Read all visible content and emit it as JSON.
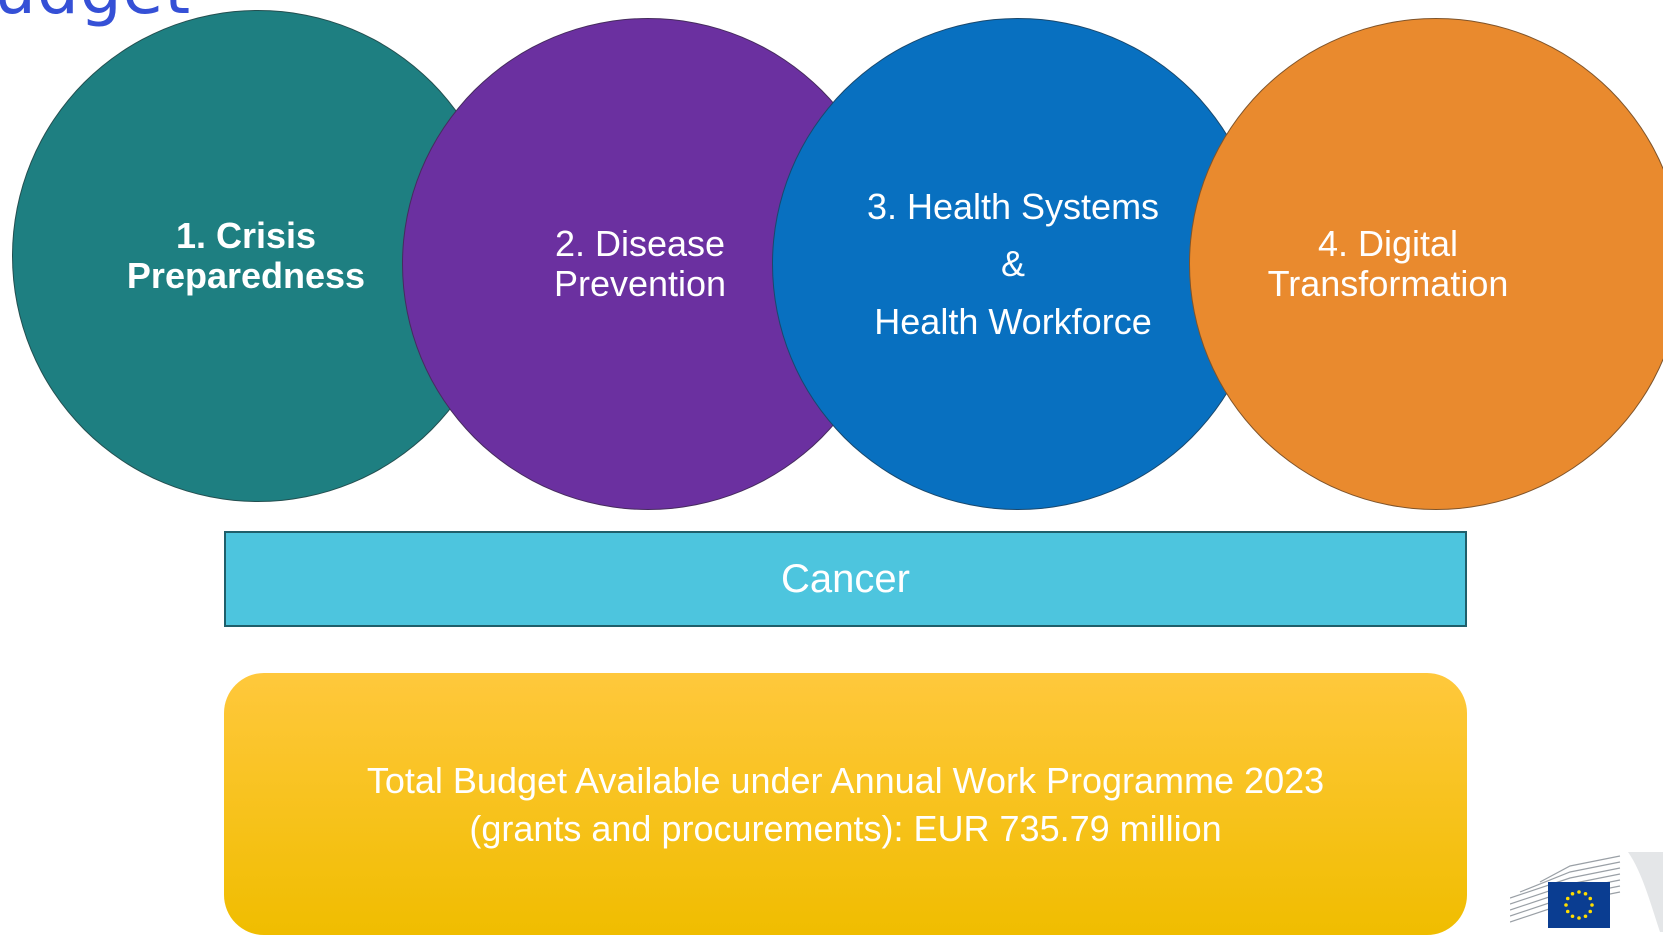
{
  "title_fragment": "udget",
  "circles": [
    {
      "label": "1. Crisis\nPreparedness",
      "color": "#1e7f81"
    },
    {
      "label": "2. Disease\nPrevention",
      "color": "#6b30a0"
    },
    {
      "label": "3. Health Systems\n&\nHealth Workforce",
      "color": "#0870c0"
    },
    {
      "label": "4. Digital\nTransformation",
      "color": "#e98a2e"
    }
  ],
  "cancer": {
    "label": "Cancer",
    "color": "#4dc5de"
  },
  "budget": {
    "text": "Total Budget Available under Annual Work Programme 2023\n(grants and procurements): EUR 735.79 million",
    "color_top": "#ffc83c",
    "color_bottom": "#f0bd00"
  },
  "logo": {
    "icon": "european-commission-logo-icon",
    "flag_color": "#0a3d91",
    "star_color": "#ffdd00"
  }
}
